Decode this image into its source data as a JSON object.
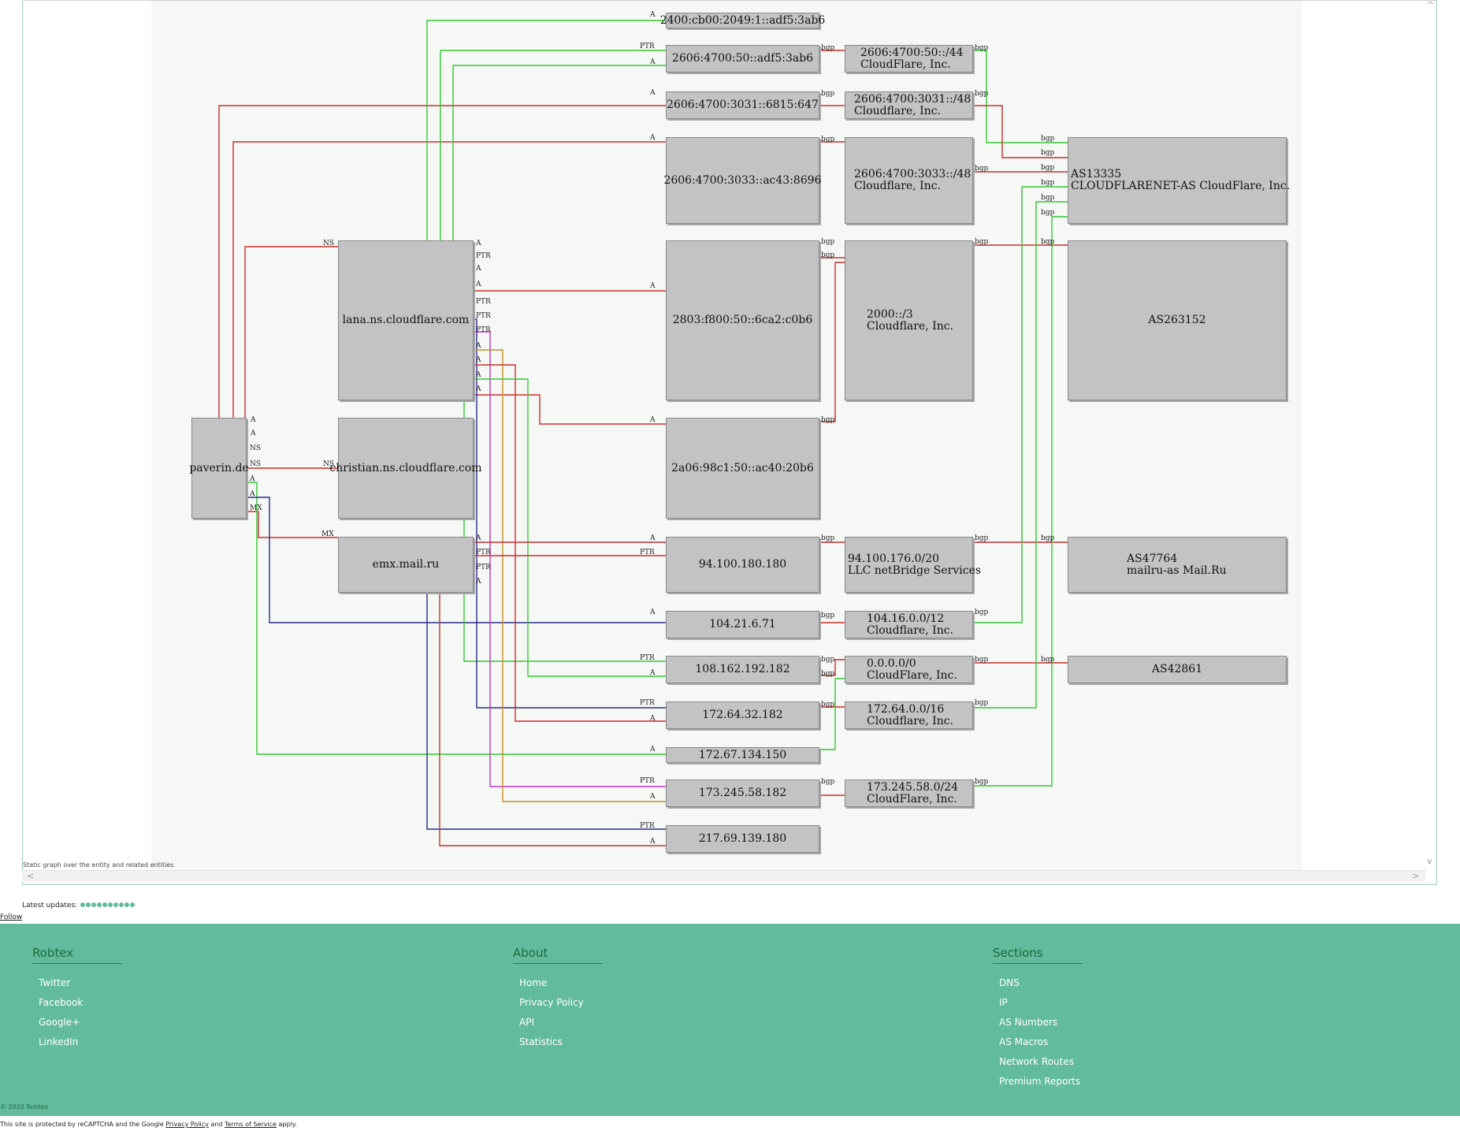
{
  "graph": {
    "caption": "Static graph over the entity and related entities",
    "nodes": {
      "paverin": [
        "paverin.de"
      ],
      "lana": [
        "lana.ns.cloudflare.com"
      ],
      "christian": [
        "christian.ns.cloudflare.com"
      ],
      "emx": [
        "emx.mail.ru"
      ],
      "ip_2400": [
        "2400:cb00:2049:1::adf5:3ab6"
      ],
      "ip_2606_50": [
        "2606:4700:50::adf5:3ab6"
      ],
      "ip_2606_3031": [
        "2606:4700:3031::6815:647"
      ],
      "ip_2606_3033": [
        "2606:4700:3033::ac43:8696"
      ],
      "ip_2803": [
        "2803:f800:50::6ca2:c0b6"
      ],
      "ip_2a06": [
        "2a06:98c1:50::ac40:20b6"
      ],
      "ip_94": [
        "94.100.180.180"
      ],
      "ip_104": [
        "104.21.6.71"
      ],
      "ip_108": [
        "108.162.192.182"
      ],
      "ip_172_64": [
        "172.64.32.182"
      ],
      "ip_172_67": [
        "172.67.134.150"
      ],
      "ip_173": [
        "173.245.58.182"
      ],
      "ip_217": [
        "217.69.139.180"
      ],
      "net_2606_50": [
        "2606:4700:50::/44",
        "CloudFlare, Inc."
      ],
      "net_2606_3031": [
        "2606:4700:3031::/48",
        "Cloudflare, Inc."
      ],
      "net_2606_3033": [
        "2606:4700:3033::/48",
        "Cloudflare, Inc."
      ],
      "net_2000": [
        "2000::/3",
        "Cloudflare, Inc."
      ],
      "net_94": [
        "94.100.176.0/20",
        "LLC netBridge Services"
      ],
      "net_104": [
        "104.16.0.0/12",
        "Cloudflare, Inc."
      ],
      "net_0": [
        "0.0.0.0/0",
        "CloudFlare, Inc."
      ],
      "net_172": [
        "172.64.0.0/16",
        "Cloudflare, Inc."
      ],
      "net_173": [
        "173.245.58.0/24",
        "CloudFlare, Inc."
      ],
      "as13335": [
        "AS13335",
        "CLOUDFLARENET-AS CloudFlare, Inc."
      ],
      "as263152": [
        "AS263152"
      ],
      "as47764": [
        "AS47764",
        "mailru-as Mail.Ru"
      ],
      "as42861": [
        "AS42861"
      ]
    },
    "colors": {
      "red": "#cc2e2e",
      "green": "#35c635",
      "navy": "#2a2a8a",
      "magenta": "#c034c0",
      "gold": "#c8902a"
    }
  },
  "updates": {
    "label": "Latest updates:",
    "dot_count": 10
  },
  "follow_label": "Follow",
  "footer": {
    "columns": [
      {
        "title": "Robtex",
        "links": [
          "Twitter",
          "Facebook",
          "Google+",
          "LinkedIn"
        ]
      },
      {
        "title": "About",
        "links": [
          "Home",
          "Privacy Policy",
          "API",
          "Statistics"
        ]
      },
      {
        "title": "Sections",
        "links": [
          "DNS",
          "IP",
          "AS Numbers",
          "AS Macros",
          "Network Routes",
          "Premium Reports"
        ]
      }
    ],
    "copyright": "© 2020 Robtex"
  },
  "recaptcha": {
    "prefix": "This site is protected by reCAPTCHA and the Google ",
    "privacy": "Privacy Policy",
    "and": " and ",
    "terms": "Terms of Service",
    "suffix": " apply."
  }
}
